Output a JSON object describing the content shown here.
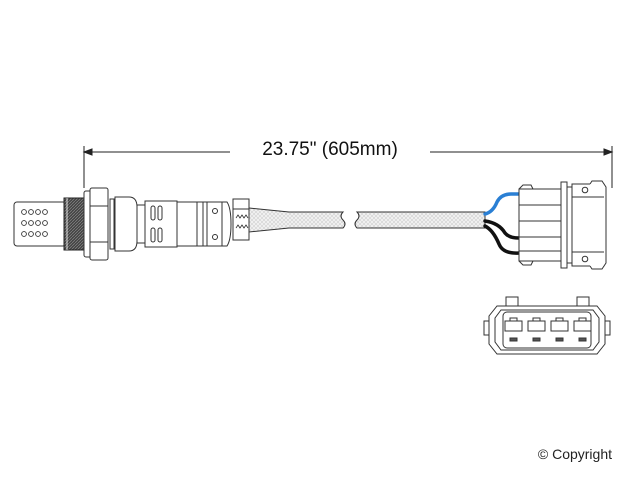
{
  "diagram": {
    "subject": "Oxygen sensor (4-wire) with connector",
    "dimension": {
      "label": "23.75\" (605mm)",
      "inches": 23.75,
      "millimeters": 605
    },
    "wires": [
      {
        "color_name": "blue",
        "hex": "#2a7fd4"
      },
      {
        "color_name": "black",
        "hex": "#111111"
      },
      {
        "color_name": "black",
        "hex": "#111111"
      }
    ],
    "connector_end_view": {
      "pin_count": 4
    },
    "colors": {
      "line": "#333333",
      "cable_fill": "#ececec",
      "thread_fill": "#555555"
    }
  },
  "footer": {
    "copyright": "© Copyright"
  }
}
